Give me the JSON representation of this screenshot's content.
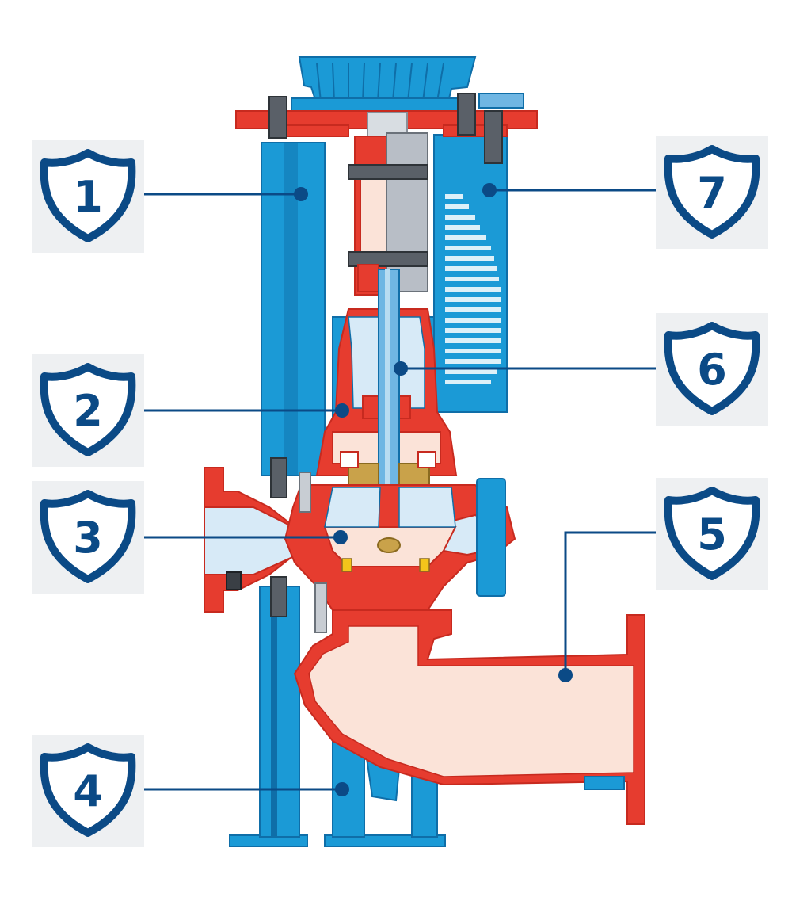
{
  "callouts": [
    {
      "id": "1",
      "label": "1"
    },
    {
      "id": "2",
      "label": "2"
    },
    {
      "id": "3",
      "label": "3"
    },
    {
      "id": "4",
      "label": "4"
    },
    {
      "id": "5",
      "label": "5"
    },
    {
      "id": "6",
      "label": "6"
    },
    {
      "id": "7",
      "label": "7"
    }
  ],
  "colors": {
    "frame_blue": "#1b9ad6",
    "frame_blue_dark": "#0f6ea8",
    "casing_red": "#e63c2f",
    "casing_red_dark": "#c72a1f",
    "fluid_pink": "#fbe3d8",
    "shaft_blue": "#6fb6e3",
    "callout_navy": "#0b4a86",
    "callout_bg": "#eef0f2",
    "bronze": "#c9a24a"
  },
  "icons": [
    "shield-number-badge",
    "leader-line",
    "leader-dot"
  ]
}
